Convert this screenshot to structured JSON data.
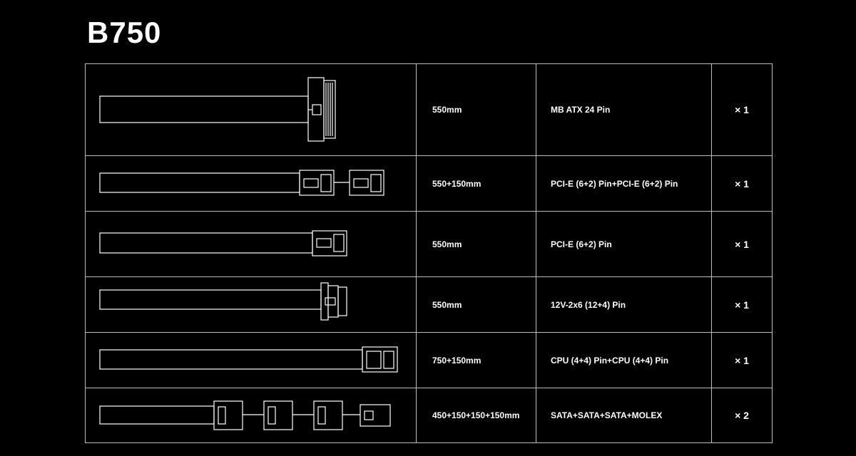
{
  "title": "B750",
  "rows": [
    {
      "length": "550mm",
      "connector": "MB ATX 24 Pin",
      "quantity": "× 1"
    },
    {
      "length": "550+150mm",
      "connector": "PCI-E (6+2) Pin+PCI-E (6+2) Pin",
      "quantity": "× 1"
    },
    {
      "length": "550mm",
      "connector": "PCI-E (6+2) Pin",
      "quantity": "× 1"
    },
    {
      "length": "550mm",
      "connector": "12V-2x6 (12+4) Pin",
      "quantity": "× 1"
    },
    {
      "length": "750+150mm",
      "connector": "CPU (4+4) Pin+CPU (4+4) Pin",
      "quantity": "× 1"
    },
    {
      "length": "450+150+150+150mm",
      "connector": "SATA+SATA+SATA+MOLEX",
      "quantity": "× 2"
    }
  ]
}
